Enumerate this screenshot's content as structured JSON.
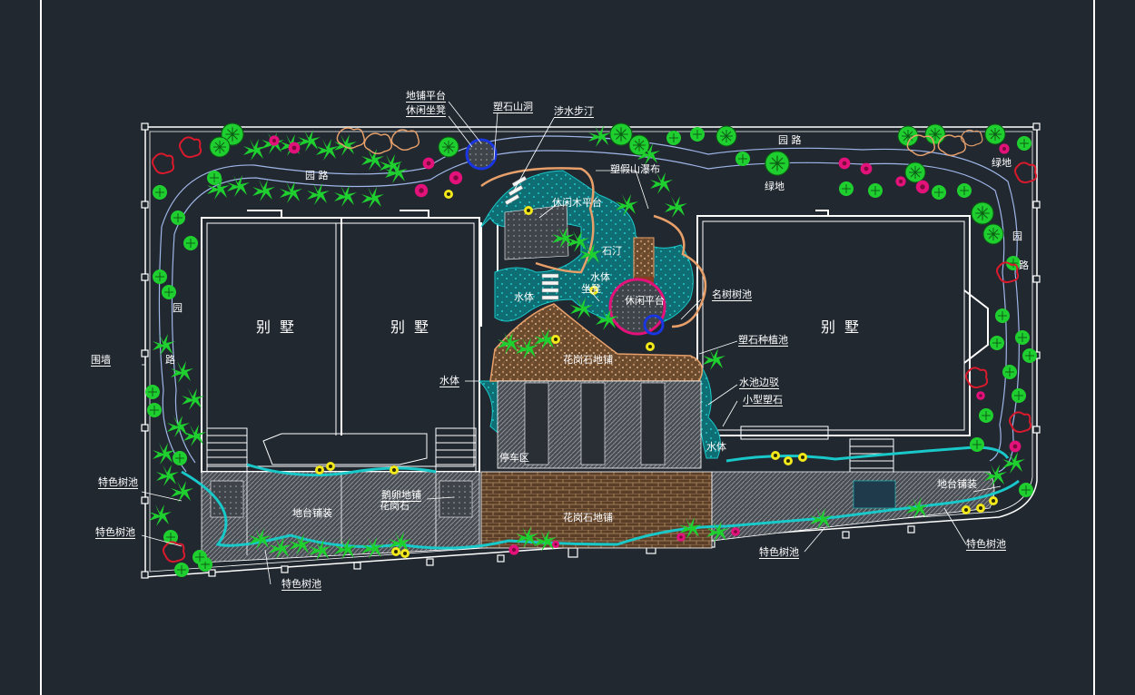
{
  "colors": {
    "background": "#212830",
    "lines": "#ffffff",
    "path": "#9fb6e8",
    "water": "#19c8c8",
    "tree_green": "#1fcf2f",
    "flower_magenta": "#e3127a",
    "flower_red": "#d81a2c",
    "flower_yellow": "#f2e81c",
    "shrub_purple": "#a52cd0",
    "paving_brown": "#6b4a2e",
    "paving_gray": "#5c5f63",
    "rock_orange": "#e8a06a",
    "feature_blue": "#1a36e0"
  },
  "labels": {
    "villa_left1": "别墅",
    "villa_left2": "别墅",
    "villa_right": "别墅",
    "platform_paving": "地铺平台",
    "rest_bench_top": "休闲坐凳",
    "rock_cave": "塑石山洞",
    "stepping_stones": "涉水步汀",
    "garden_path_1": "园  路",
    "garden_path_2": "园  路",
    "garden_path_left": "园",
    "garden_path_left2": "路",
    "garden_path_right": "园",
    "garden_path_right2": "路",
    "rockery_waterfall": "塑假山瀑布",
    "green_right": "绿地",
    "green_mid": "绿地",
    "wood_platform": "休闲木平台",
    "stone_step": "石汀",
    "water_center": "水体",
    "bench_center": "坐凳",
    "water_left": "水体",
    "rest_platform": "休闲平台",
    "famous_tree_pool": "名树树池",
    "rock_planter": "塑石种植池",
    "granite_paving_top": "花岗石地铺",
    "pool_edge": "水池边驳",
    "small_rock": "小型塑石",
    "water_mid": "水体",
    "water_bottom": "水体",
    "enclosure_wall": "围墙",
    "parking": "停车区",
    "feature_pool_1": "特色树池",
    "feature_pool_2": "特色树池",
    "feature_pool_3": "特色树池",
    "feature_pool_4": "特色树池",
    "feature_pool_5": "特色树池",
    "podium_deco_left": "地台铺装",
    "podium_deco_right": "地台铺装",
    "cobble_paving": "鹅卵地铺",
    "granite_small": "花岗石",
    "granite_paving_bottom": "花岗石地铺"
  }
}
